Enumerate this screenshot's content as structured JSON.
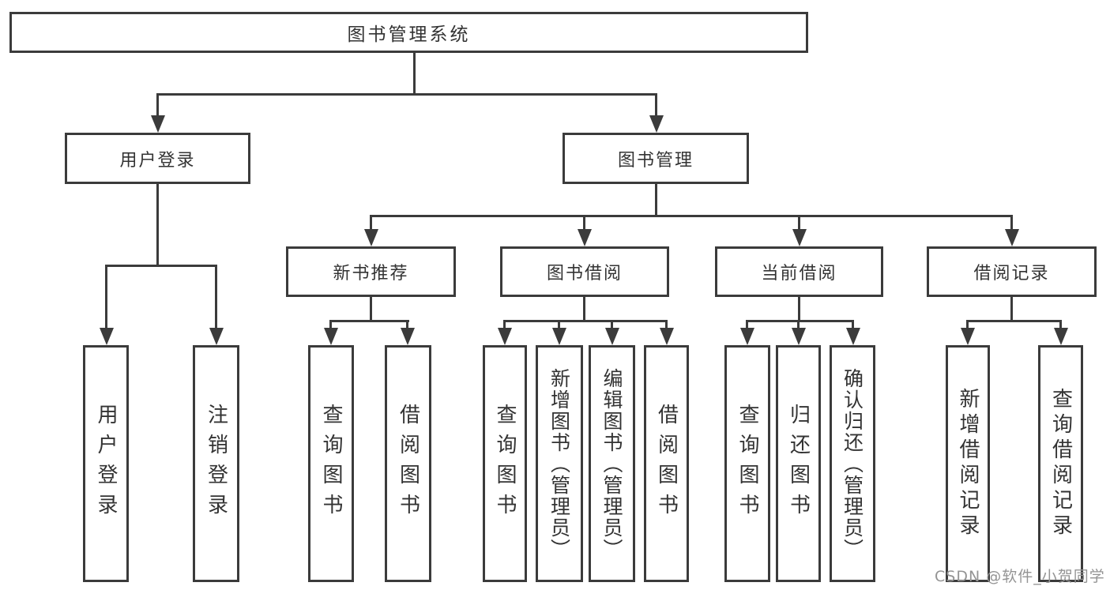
{
  "colors": {
    "line": "#3b3b3b",
    "text": "#333333",
    "background": "#ffffff",
    "watermark": "#949494"
  },
  "watermark": "CSDN @软件_小贺同学",
  "tree": {
    "root": {
      "label": "图书管理系统"
    },
    "branches": [
      {
        "label": "用户登录",
        "children": [
          {
            "label": "用户登录"
          },
          {
            "label": "注销登录"
          }
        ]
      },
      {
        "label": "图书管理",
        "children": [
          {
            "label": "新书推荐",
            "children": [
              {
                "label": "查询图书"
              },
              {
                "label": "借阅图书"
              }
            ]
          },
          {
            "label": "图书借阅",
            "children": [
              {
                "label": "查询图书"
              },
              {
                "label": "新增图书（管理员）"
              },
              {
                "label": "编辑图书（管理员）"
              },
              {
                "label": "借阅图书"
              }
            ]
          },
          {
            "label": "当前借阅",
            "children": [
              {
                "label": "查询图书"
              },
              {
                "label": "归还图书"
              },
              {
                "label": "确认归还（管理员）"
              }
            ]
          },
          {
            "label": "借阅记录",
            "children": [
              {
                "label": "新增借阅记录"
              },
              {
                "label": "查询借阅记录"
              }
            ]
          }
        ]
      }
    ]
  }
}
